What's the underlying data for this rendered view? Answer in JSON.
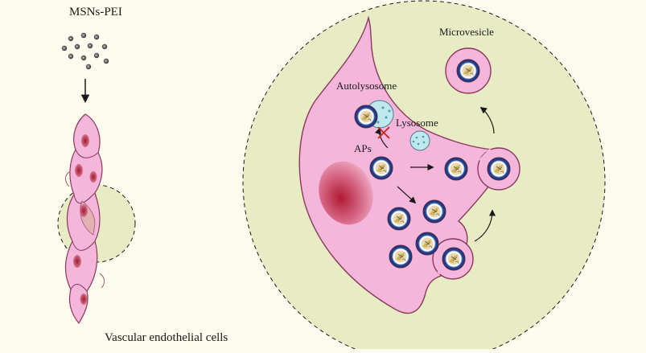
{
  "labels": {
    "nanoparticle": "MSNs-PEI",
    "cells": "Vascular endothelial cells",
    "autolysosome": "Autolysosome",
    "lysosome": "Lysosome",
    "aps": "APs",
    "microvesicle": "Microvesicle"
  },
  "colors": {
    "background": "#fdfbee",
    "zoom_circle": "#e8ecc4",
    "cell_fill": "#f5b6dc",
    "cell_outline": "#8a3a5a",
    "nucleus": "#b01a30",
    "ap_blue": "#2d4fa0",
    "lysosome_fill": "#bfe7ee"
  }
}
